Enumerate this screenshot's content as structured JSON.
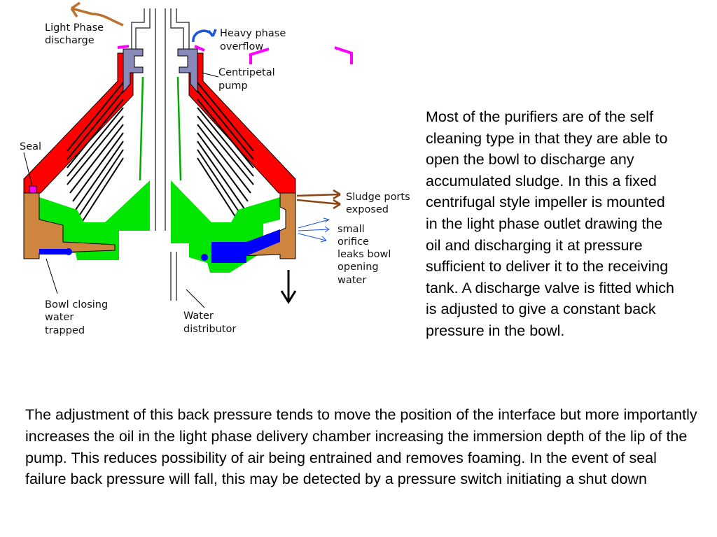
{
  "diagram": {
    "labels": {
      "light_phase_1": "Light Phase",
      "light_phase_2": "discharge",
      "heavy_phase_1": "Heavy phase",
      "heavy_phase_2": "overflow",
      "centripetal_1": "Centripetal",
      "centripetal_2": "pump",
      "seal": "Seal",
      "sludge_1": "Sludge ports",
      "sludge_2": "exposed",
      "orifice_1": "small",
      "orifice_2": "orifice",
      "orifice_3": "leaks bowl",
      "orifice_4": "opening",
      "orifice_5": "water",
      "bowl_1": "Bowl closing",
      "bowl_2": "water",
      "bowl_3": "trapped",
      "water_1": "Water",
      "water_2": "distributor"
    },
    "colors": {
      "bowl_top": "#ff0000",
      "disc_stack": "#000000",
      "liquid": "#00e600",
      "bowl_body": "#cd853f",
      "sliding_piston": "#0000ff",
      "centripetal_pump": "#8888bb",
      "annotation_arrow": "#b87333",
      "seal_marker": "#ff00ff",
      "heavy_phase_arrow": "#1a56db"
    }
  },
  "text": {
    "side": "Most of the purifiers are of the self cleaning type in that they are able to open the bowl to discharge any accumulated sludge. In this a fixed centrifugal style impeller is mounted in the light phase outlet drawing the oil and discharging it at pressure sufficient to deliver it to the receiving tank. A discharge valve is fitted which is adjusted to give a constant back pressure in the bowl.",
    "bottom": "The adjustment of this back pressure tends to move the position of the interface but more importantly increases the oil in the light phase delivery chamber increasing the immersion depth of the lip of the pump. This reduces possibility of air being entrained and removes foaming. In the event of seal failure back pressure will fall, this may be detected by a pressure switch initiating a shut down"
  }
}
